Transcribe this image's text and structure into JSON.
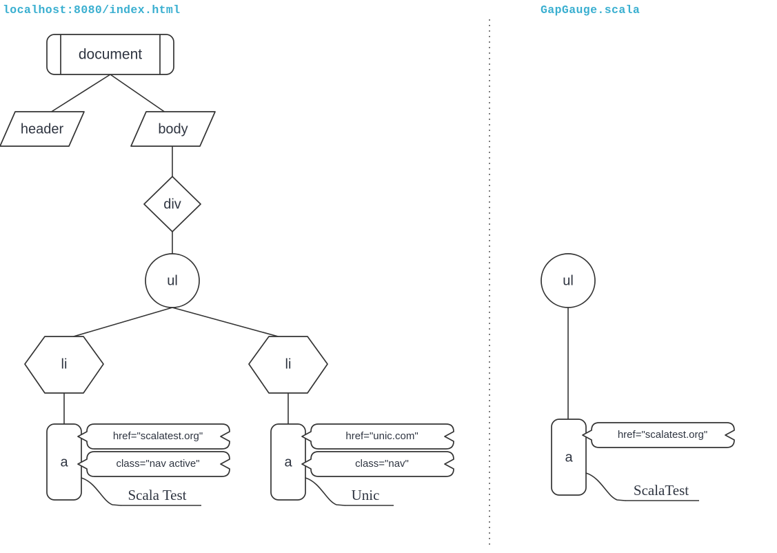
{
  "panels": {
    "left": {
      "title": "localhost:8080/index.html"
    },
    "right": {
      "title": "GapGauge.scala"
    }
  },
  "divider": {
    "style": "dotted-vertical",
    "color": "#444444"
  },
  "colors": {
    "title_accent": "#3aafd0",
    "stroke": "#333333",
    "label_text": "#2e3440",
    "background": "#ffffff"
  },
  "left_tree": {
    "nodes": [
      {
        "id": "document",
        "label": "document",
        "shape": "predefined-process"
      },
      {
        "id": "header",
        "label": "header",
        "shape": "parallelogram"
      },
      {
        "id": "body",
        "label": "body",
        "shape": "parallelogram"
      },
      {
        "id": "div",
        "label": "div",
        "shape": "diamond"
      },
      {
        "id": "ul",
        "label": "ul",
        "shape": "circle"
      },
      {
        "id": "li1",
        "label": "li",
        "shape": "hexagon"
      },
      {
        "id": "li2",
        "label": "li",
        "shape": "hexagon"
      },
      {
        "id": "a1",
        "label": "a",
        "shape": "rounded-rect-tall"
      },
      {
        "id": "a2",
        "label": "a",
        "shape": "rounded-rect-tall"
      }
    ],
    "edges": [
      {
        "from": "document",
        "to": "header"
      },
      {
        "from": "document",
        "to": "body"
      },
      {
        "from": "body",
        "to": "div"
      },
      {
        "from": "div",
        "to": "ul"
      },
      {
        "from": "ul",
        "to": "li1"
      },
      {
        "from": "ul",
        "to": "li2"
      },
      {
        "from": "li1",
        "to": "a1"
      },
      {
        "from": "li2",
        "to": "a2"
      }
    ],
    "attributes": [
      {
        "owner": "a1",
        "text": "href=\"scalatest.org\""
      },
      {
        "owner": "a1",
        "text": "class=\"nav active\""
      },
      {
        "owner": "a2",
        "text": "href=\"unic.com\""
      },
      {
        "owner": "a2",
        "text": "class=\"nav\""
      }
    ],
    "text_nodes": [
      {
        "owner": "a1",
        "text": "Scala Test"
      },
      {
        "owner": "a2",
        "text": "Unic"
      }
    ]
  },
  "right_tree": {
    "nodes": [
      {
        "id": "rul",
        "label": "ul",
        "shape": "circle"
      },
      {
        "id": "ra",
        "label": "a",
        "shape": "rounded-rect-tall"
      }
    ],
    "edges": [
      {
        "from": "rul",
        "to": "ra"
      }
    ],
    "attributes": [
      {
        "owner": "ra",
        "text": "href=\"scalatest.org\""
      }
    ],
    "text_nodes": [
      {
        "owner": "ra",
        "text": "ScalaTest"
      }
    ]
  }
}
